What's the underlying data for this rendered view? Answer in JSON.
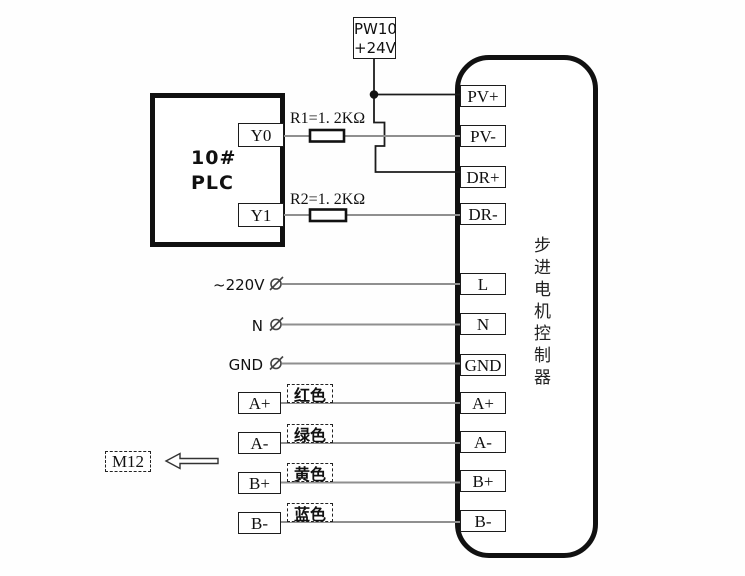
{
  "colors": {
    "wire_gray": "#8f8f8f",
    "line_black": "#1c1c1c"
  },
  "power_supply": {
    "label_line1": "PW10",
    "label_line2": "+24V"
  },
  "plc": {
    "name_line1": "10#",
    "name_line2": "PLC",
    "output_y0": "Y0",
    "output_y1": "Y1"
  },
  "resistors": {
    "r1_label": "R1=1. 2KΩ",
    "r2_label": "R2=1. 2KΩ"
  },
  "ac_inputs": {
    "live": "~220V",
    "neutral": "N",
    "ground": "GND"
  },
  "controller": {
    "name_vertical": "步进电机控制器",
    "terminals": [
      "PV+",
      "PV-",
      "DR+",
      "DR-",
      "L",
      "N",
      "GND",
      "A+",
      "A-",
      "B+",
      "B-"
    ]
  },
  "motor_connector": {
    "label": "M12",
    "wires": [
      {
        "terminal": "A+",
        "color_name": "红色"
      },
      {
        "terminal": "A-",
        "color_name": "绿色"
      },
      {
        "terminal": "B+",
        "color_name": "黄色"
      },
      {
        "terminal": "B-",
        "color_name": "蓝色"
      }
    ]
  }
}
